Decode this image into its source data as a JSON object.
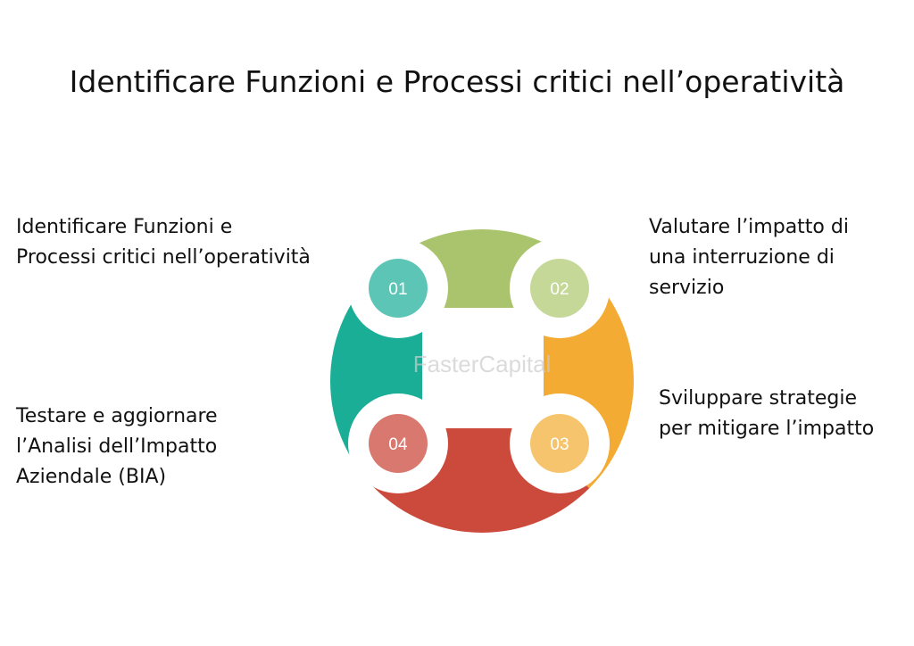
{
  "title": "Identificare Funzioni e Processi critici nell’operatività",
  "steps": [
    {
      "number": "01",
      "label_lines": [
        "Identificare Funzioni e",
        "Processi critici nell’operatività"
      ],
      "color": "#1aae96",
      "dot_color": "#5cc5b5"
    },
    {
      "number": "02",
      "label_lines": [
        "Valutare l’impatto di",
        "una interruzione di",
        "servizio"
      ],
      "color": "#a9c46d",
      "dot_color": "#c5d898"
    },
    {
      "number": "03",
      "label_lines": [
        "Sviluppare strategie",
        "per mitigare l’impatto"
      ],
      "color": "#f3ab33",
      "dot_color": "#f5c46c"
    },
    {
      "number": "04",
      "label_lines": [
        "Testare e aggiornare",
        "l’Analisi dell’Impatto",
        "Aziendale (BIA)"
      ],
      "color": "#cc4a3b",
      "dot_color": "#d8786f"
    }
  ],
  "watermark": "FasterCapital"
}
